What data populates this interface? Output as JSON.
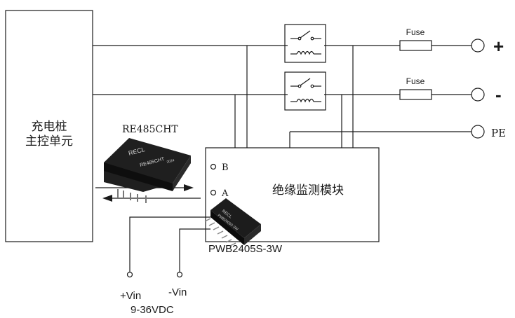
{
  "charger": {
    "line1": "充电桩",
    "line2": "主控单元"
  },
  "rs485": {
    "label": "RE485CHT",
    "chip_brand": "RECL",
    "chip_model": "RE485CHT",
    "chip_code": "2024"
  },
  "monitor": {
    "label": "绝缘监测模块",
    "port_b": "B",
    "port_a": "A"
  },
  "power_module": {
    "label": "PWB2405S-3W",
    "chip_brand": "RECL",
    "chip_model": "PWB2405S-3W"
  },
  "fuses": [
    {
      "label": "Fuse"
    },
    {
      "label": "Fuse"
    }
  ],
  "terminals": {
    "plus": "+",
    "minus": "-",
    "pe": "PE"
  },
  "supply": {
    "vin_plus": "+Vin",
    "vin_minus": "-Vin",
    "range": "9-36VDC"
  },
  "colors": {
    "line": "#1a1a1a",
    "chip_body": "#1c1c1c",
    "chip_text": "#d8d8d8",
    "background": "#ffffff"
  }
}
